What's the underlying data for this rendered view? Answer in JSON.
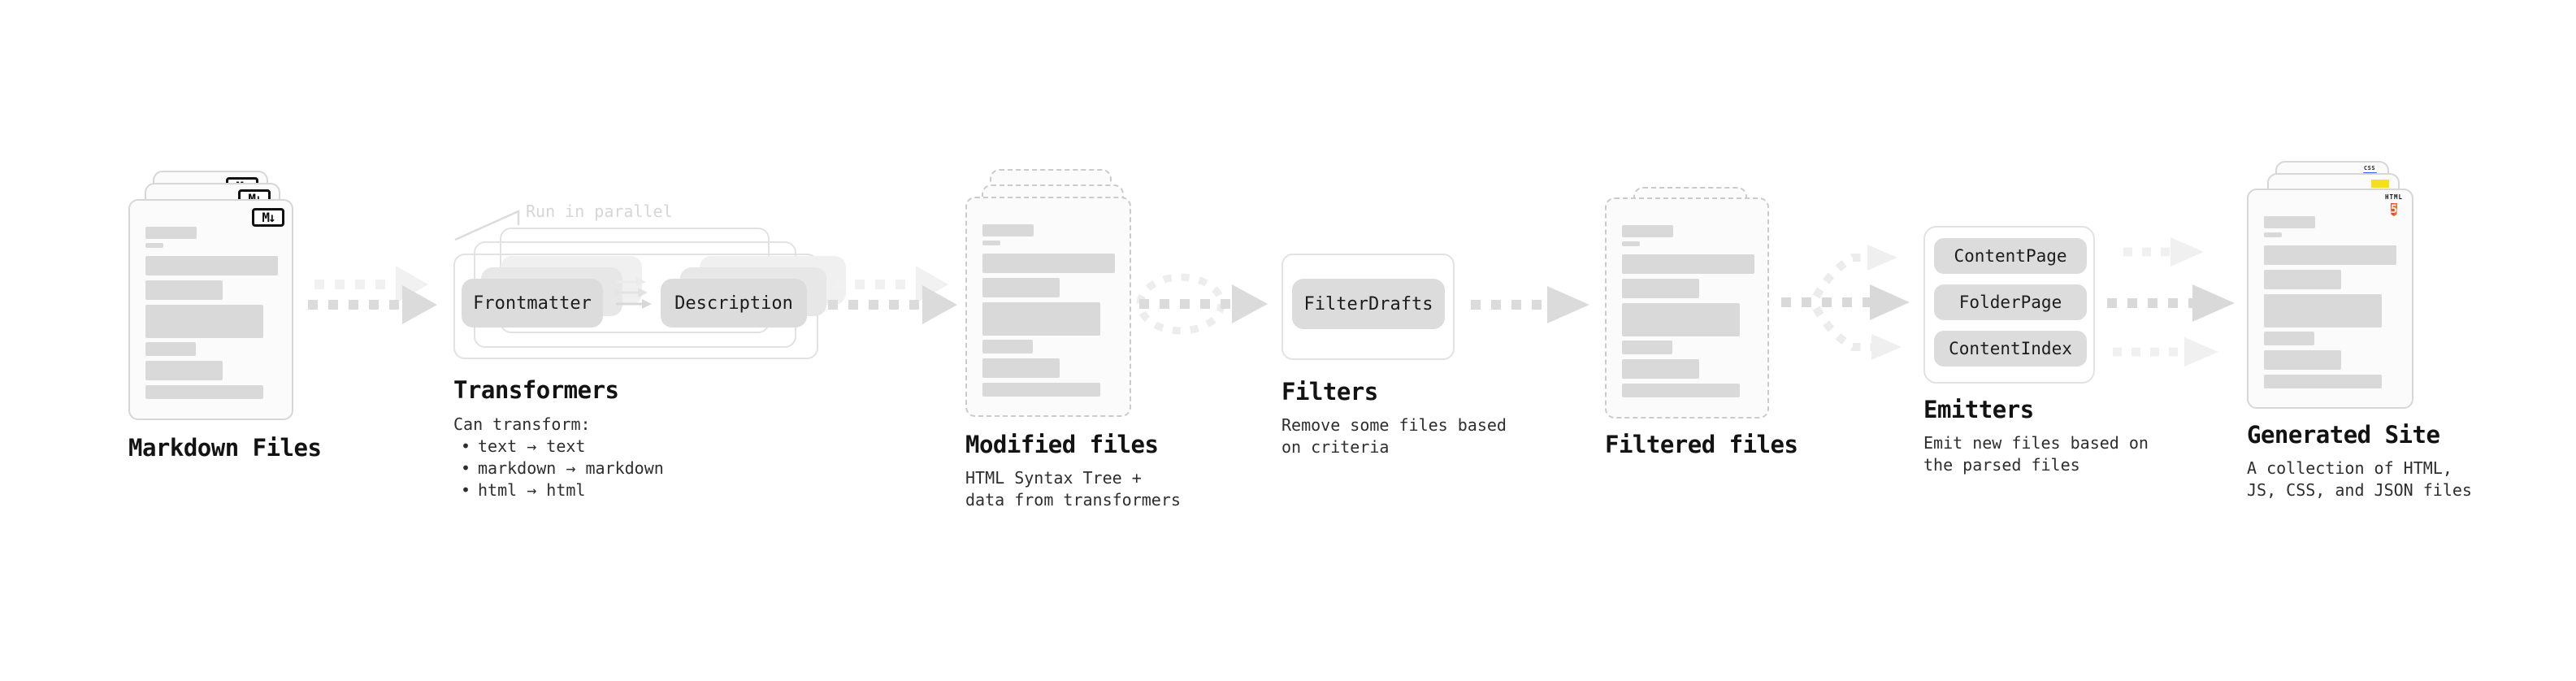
{
  "pipeline": {
    "markdown_files": {
      "title": "Markdown Files",
      "badge": "M↓"
    },
    "transformers": {
      "title": "Transformers",
      "note": "Run in parallel",
      "chips": [
        "Frontmatter",
        "Description"
      ],
      "lead": "Can transform:",
      "bullet": "•",
      "bullets": [
        "text → text",
        "markdown → markdown",
        "html → html"
      ]
    },
    "modified_files": {
      "title": "Modified files",
      "desc": [
        "HTML Syntax Tree +",
        "data from transformers"
      ]
    },
    "filters": {
      "title": "Filters",
      "chip": "FilterDrafts",
      "desc": [
        "Remove some files based",
        "on criteria"
      ]
    },
    "filtered_files": {
      "title": "Filtered files"
    },
    "emitters": {
      "title": "Emitters",
      "chips": [
        "ContentPage",
        "FolderPage",
        "ContentIndex"
      ],
      "desc": [
        "Emit new files based on",
        "the parsed files"
      ]
    },
    "generated_site": {
      "title": "Generated Site",
      "desc": [
        "A collection of HTML,",
        "JS, CSS, and JSON files"
      ],
      "badges": {
        "css": "CSS",
        "html": "HTML",
        "html5": "5"
      }
    }
  },
  "colors": {
    "arrow": "#dbdbdb",
    "arrow_light": "#f0f0f0",
    "chip_bg": "#dcdcdc",
    "bar": "#d9d9d9",
    "html5_orange": "#e44d26",
    "js_yellow": "#f6df1d",
    "css_blue": "#2d62ed"
  }
}
